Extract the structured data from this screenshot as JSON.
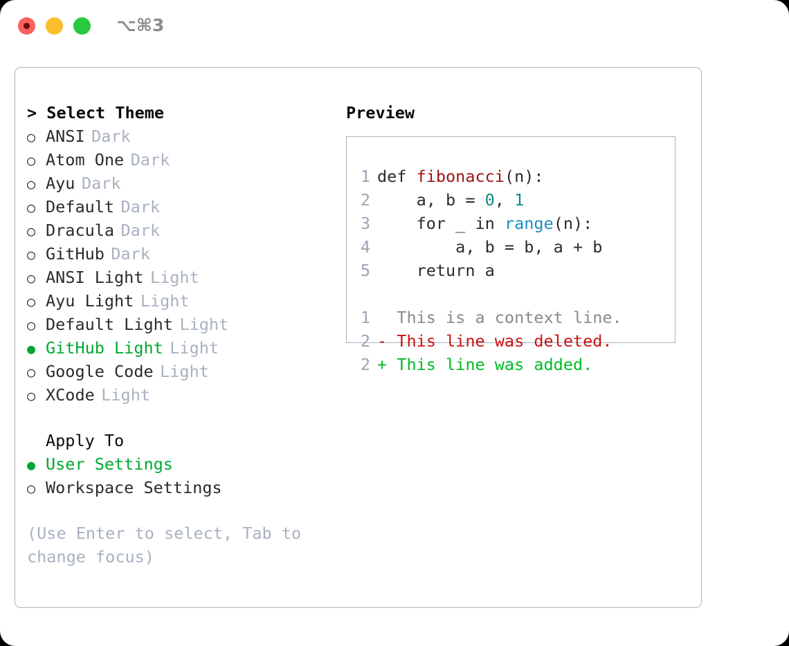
{
  "titlebar": {
    "shortcut": "⌥⌘3",
    "buttons": [
      {
        "name": "close",
        "color": "#f9615c"
      },
      {
        "name": "minimize",
        "color": "#fcbd2e"
      },
      {
        "name": "maximize",
        "color": "#27c93f"
      }
    ]
  },
  "theme_selector": {
    "heading": "> Select Theme",
    "marker_selected": "●",
    "marker_unselected": "○",
    "accent_color": "#00a832",
    "tag_color": "#a8b2c0",
    "options": [
      {
        "label": "ANSI",
        "tag": "Dark",
        "selected": false
      },
      {
        "label": "Atom One",
        "tag": "Dark",
        "selected": false
      },
      {
        "label": "Ayu",
        "tag": "Dark",
        "selected": false
      },
      {
        "label": "Default",
        "tag": "Dark",
        "selected": false
      },
      {
        "label": "Dracula",
        "tag": "Dark",
        "selected": false
      },
      {
        "label": "GitHub",
        "tag": "Dark",
        "selected": false
      },
      {
        "label": "ANSI Light",
        "tag": "Light",
        "selected": false
      },
      {
        "label": "Ayu Light",
        "tag": "Light",
        "selected": false
      },
      {
        "label": "Default Light",
        "tag": "Light",
        "selected": false
      },
      {
        "label": "GitHub Light",
        "tag": "Light",
        "selected": true
      },
      {
        "label": "Google Code",
        "tag": "Light",
        "selected": false
      },
      {
        "label": "XCode",
        "tag": "Light",
        "selected": false
      }
    ]
  },
  "apply_to": {
    "heading": "Apply To",
    "options": [
      {
        "label": "User Settings",
        "selected": true
      },
      {
        "label": "Workspace Settings",
        "selected": false
      }
    ]
  },
  "hint": "(Use Enter to select, Tab to\nchange focus)",
  "preview": {
    "heading": "Preview",
    "code_lines": [
      {
        "number": "1",
        "tokens": [
          {
            "text": "def ",
            "kind": "plain"
          },
          {
            "text": "fibonacci",
            "kind": "fn"
          },
          {
            "text": "(n):",
            "kind": "plain"
          }
        ]
      },
      {
        "number": "2",
        "tokens": [
          {
            "text": "    a, b = ",
            "kind": "plain"
          },
          {
            "text": "0",
            "kind": "num"
          },
          {
            "text": ", ",
            "kind": "plain"
          },
          {
            "text": "1",
            "kind": "num"
          }
        ]
      },
      {
        "number": "3",
        "tokens": [
          {
            "text": "    for _ in ",
            "kind": "plain"
          },
          {
            "text": "range",
            "kind": "bi"
          },
          {
            "text": "(n):",
            "kind": "plain"
          }
        ]
      },
      {
        "number": "4",
        "tokens": [
          {
            "text": "        a, b = b, a + b",
            "kind": "plain"
          }
        ]
      },
      {
        "number": "5",
        "tokens": [
          {
            "text": "    return a",
            "kind": "plain"
          }
        ]
      }
    ],
    "diff_lines": [
      {
        "number": "1",
        "text": "  This is a context line.",
        "kind": "ctx"
      },
      {
        "number": "2",
        "text": "- This line was deleted.",
        "kind": "del"
      },
      {
        "number": "2",
        "text": "+ This line was added.",
        "kind": "add"
      }
    ],
    "colors": {
      "function": "#a01515",
      "number": "#0a8a82",
      "builtin": "#1a8ec0",
      "plain": "#2b2b2b",
      "line_number": "#9aa5b4",
      "diff_context": "#8a8a8a",
      "diff_deleted": "#cc1111",
      "diff_added": "#00bb22",
      "border": "#a9b3c2"
    }
  }
}
